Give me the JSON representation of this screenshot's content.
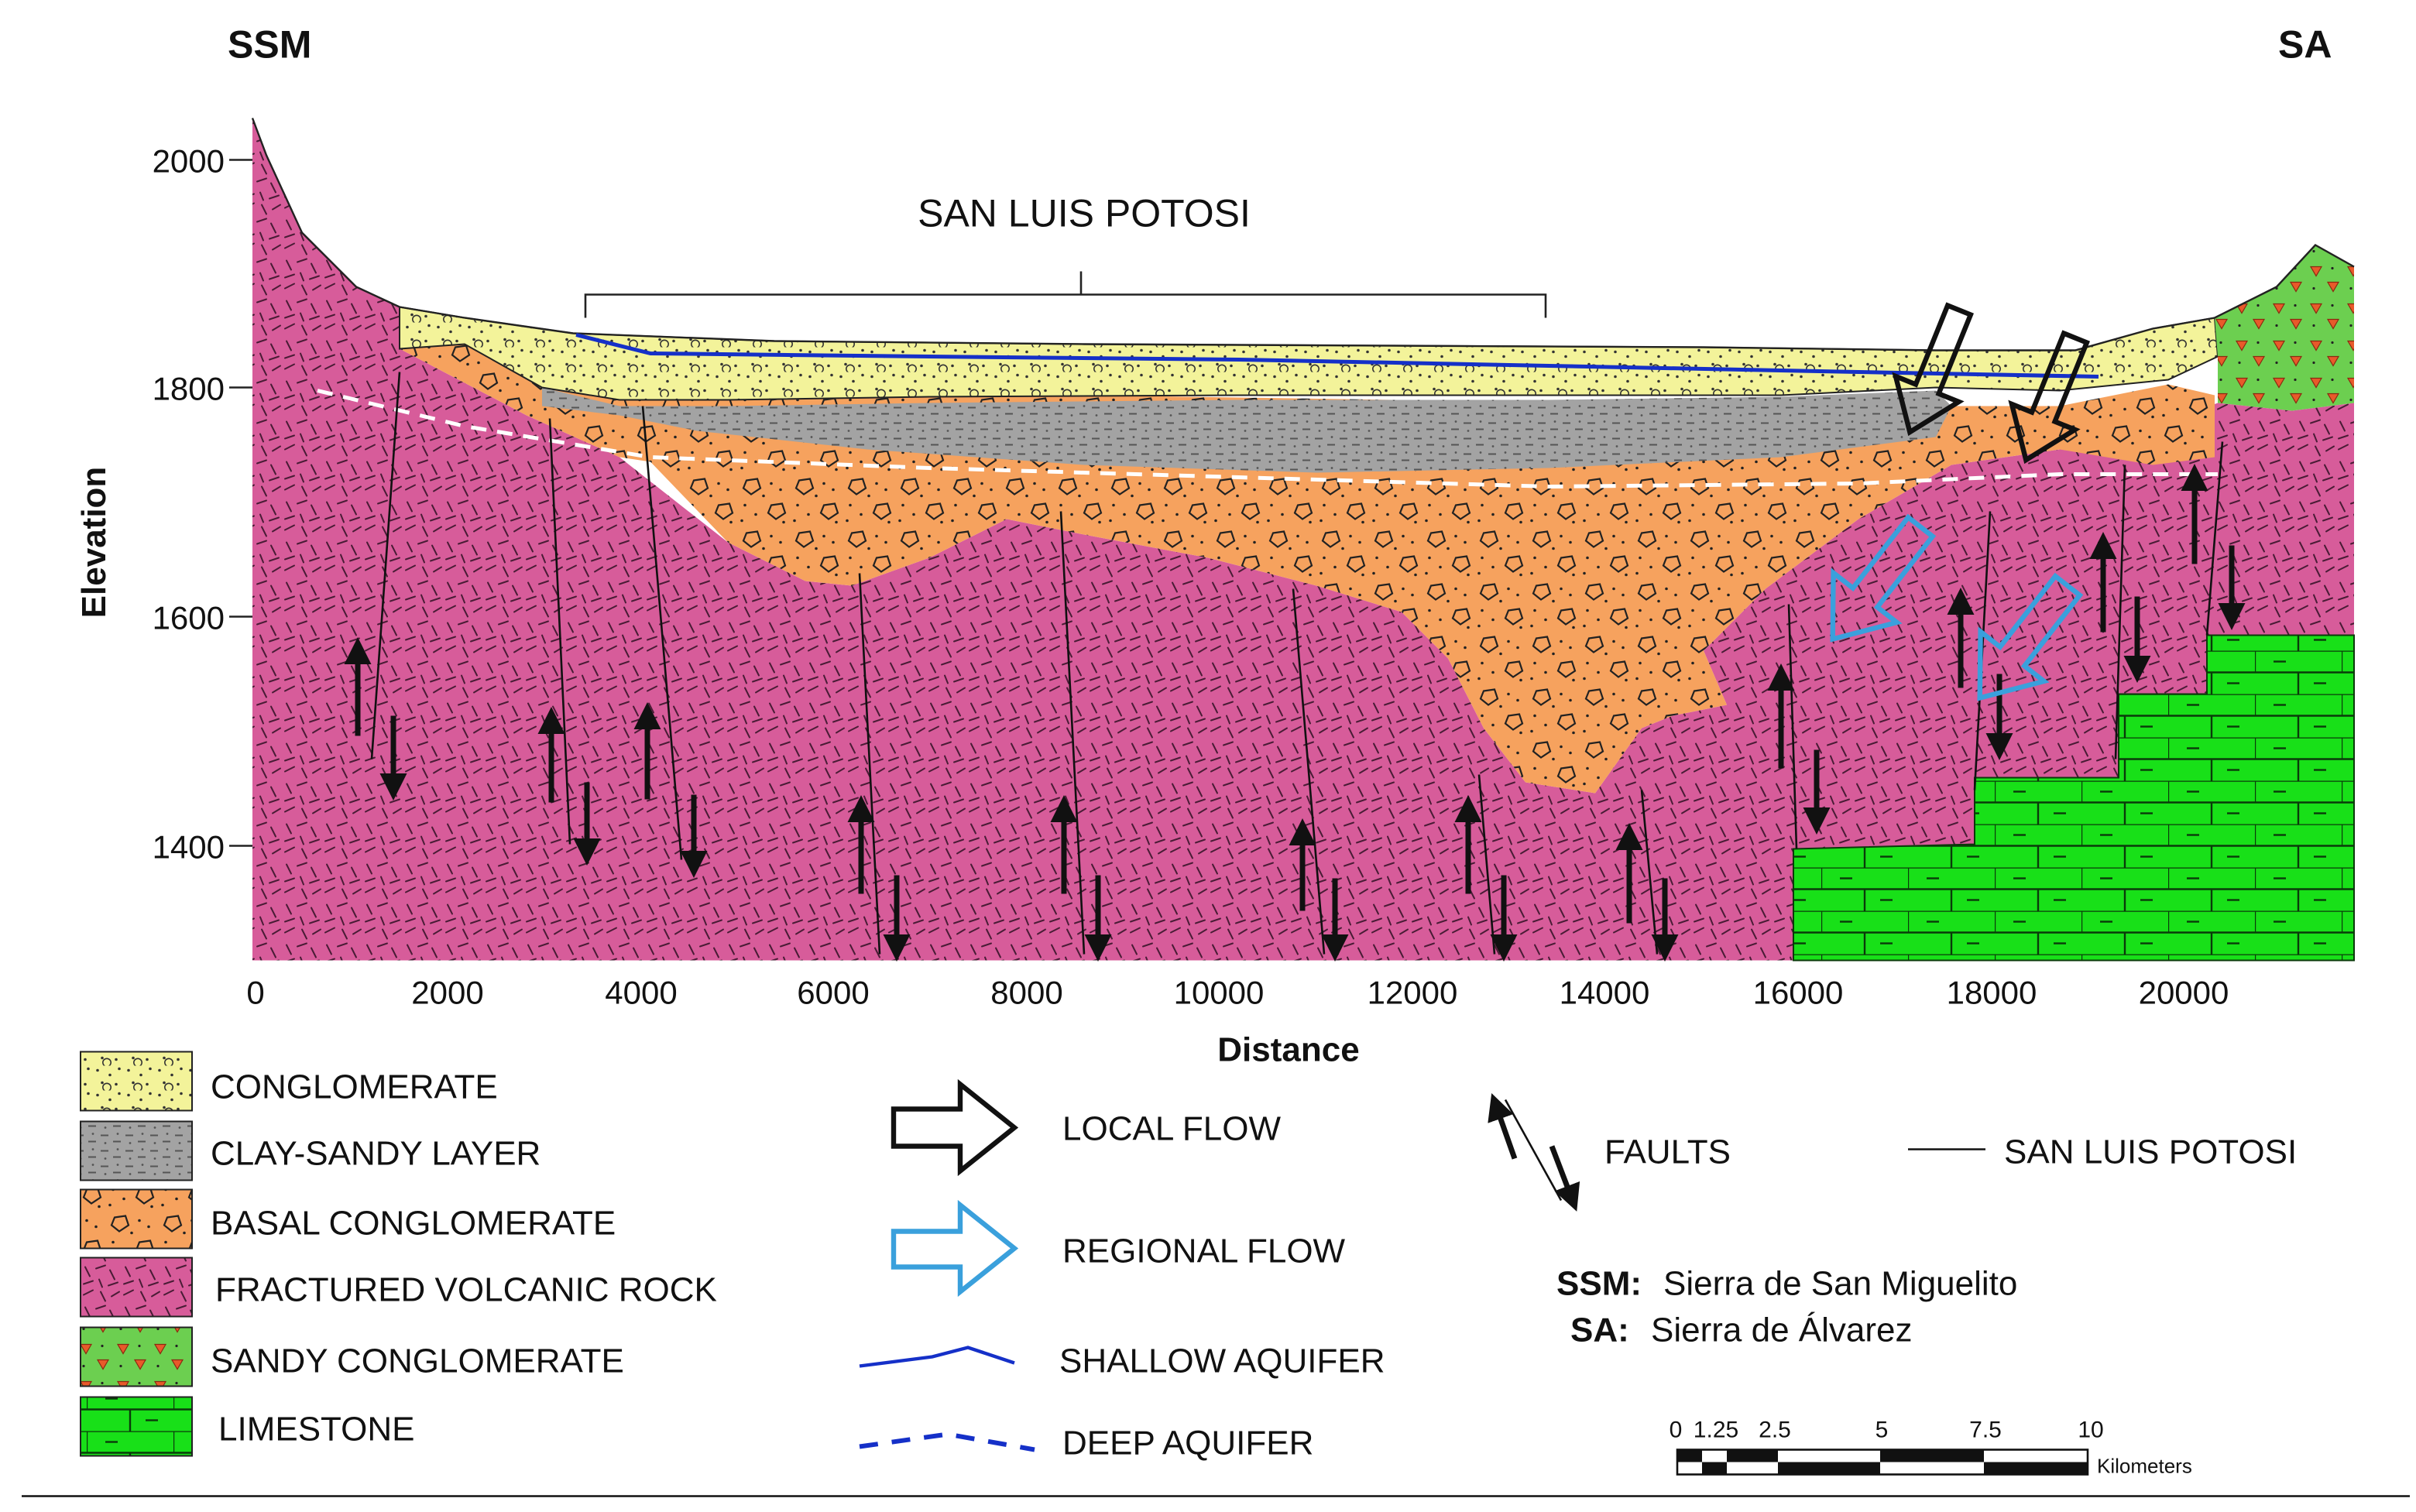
{
  "labels": {
    "left_end": "SSM",
    "right_end": "SA",
    "city": "SAN LUIS POTOSI",
    "y_axis": "Elevation",
    "x_axis": "Distance"
  },
  "y_ticks": [
    "2000",
    "1800",
    "1600",
    "1400"
  ],
  "x_ticks": [
    "0",
    "2000",
    "4000",
    "6000",
    "8000",
    "10000",
    "12000",
    "14000",
    "16000",
    "18000",
    "20000"
  ],
  "legend_units": [
    {
      "label": "CONGLOMERATE",
      "color": "#f3f39a"
    },
    {
      "label": "CLAY-SANDY LAYER",
      "color": "#a3a3a3"
    },
    {
      "label": "BASAL CONGLOMERATE",
      "color": "#f6a25e"
    },
    {
      "label": "FRACTURED VOLCANIC ROCK",
      "color": "#d75c9a"
    },
    {
      "label": "SANDY CONGLOMERATE",
      "color": "#6ccf50"
    },
    {
      "label": "LIMESTONE",
      "color": "#18e018"
    }
  ],
  "legend_flow": {
    "local": "LOCAL FLOW",
    "regional": "REGIONAL FLOW",
    "shallow": "SHALLOW AQUIFER",
    "deep": "DEEP AQUIFER",
    "faults": "FAULTS",
    "city_line": "SAN LUIS POTOSI"
  },
  "abbreviations": [
    {
      "code": "SSM:",
      "name": "Sierra de San Miguelito"
    },
    {
      "code": "SA:",
      "name": "Sierra de Álvarez"
    }
  ],
  "scale_bar": {
    "ticks": [
      "0",
      "1.25",
      "2.5",
      "5",
      "7.5",
      "10"
    ],
    "unit": "Kilometers"
  },
  "colors": {
    "conglomerate": "#f3f39a",
    "clay": "#a3a3a3",
    "basal": "#f6a25e",
    "volcanic": "#d75c9a",
    "sandy": "#6ccf50",
    "limestone": "#18e018",
    "local_flow": "#111111",
    "regional_flow": "#3aa0dc",
    "shallow_aquifer": "#1530c8",
    "deep_aquifer_section": "#ffffff",
    "deep_aquifer_legend": "#1530c8"
  }
}
